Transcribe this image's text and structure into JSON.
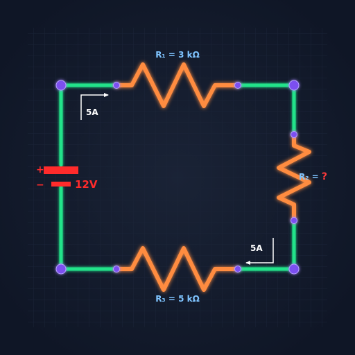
{
  "circuit": {
    "r1_label": "R₁ = 3 kΩ",
    "r2_label_prefix": "R₂ =",
    "r2_label_unknown": "?",
    "r3_label": "R₃ = 5 kΩ",
    "battery_voltage": "12V",
    "battery_plus": "+",
    "battery_minus": "−",
    "current_top": "5A",
    "current_bottom": "5A"
  },
  "colors": {
    "background": "#121a2c",
    "wire": "#22e38a",
    "resistor": "#ff8c3f",
    "node": "#7b4ff0",
    "label_blue": "#7fc4ff",
    "battery": "#ff2b2b",
    "unknown": "#ff3a3a",
    "arrow": "#ffffff"
  }
}
